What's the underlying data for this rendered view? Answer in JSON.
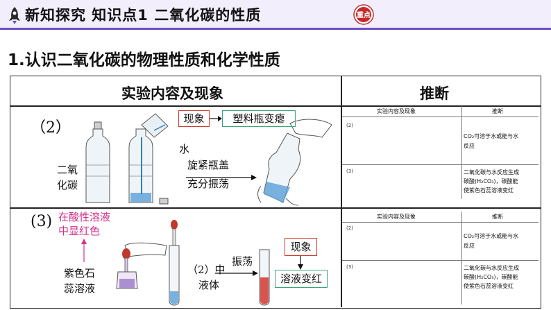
{
  "header": {
    "title": "新知探究   知识点1  二氧化碳的性质",
    "badge": "重点",
    "colors": {
      "accent": "#6a4fc2",
      "badge": "#c62828",
      "bar_bg": "#f3eefc"
    },
    "icon": "rocket-icon"
  },
  "section": {
    "title": "1.认识二氧化碳的物理性质和化学性质"
  },
  "table": {
    "col1_header": "实验内容及现象",
    "col2_header": "推断",
    "row2_num": "（2）",
    "row3_num": "(3)"
  },
  "exp2": {
    "phenomenon_label": "现象",
    "phenomenon_text": "塑料瓶变瘪",
    "water_label": "水",
    "co2_label_1": "二氧",
    "co2_label_2": "化碳",
    "action_1": "旋紧瓶盖",
    "action_2": "充分振荡"
  },
  "exp3": {
    "note_1": "在酸性溶液",
    "note_2": "中显红色",
    "litmus_1": "紫色石",
    "litmus_2": "蕊溶液",
    "liquid_1": "（2）中",
    "liquid_2": "液体",
    "shake": "振荡",
    "phenomenon_label": "现象",
    "phenomenon_text": "溶液变红"
  },
  "mini_tables": [
    {
      "header_left": "实验内容及现象",
      "header_right": "推断",
      "row1_num": "(2)",
      "row1_text_1": "CO₂可溶于水或能与水",
      "row1_text_2": "反应",
      "row2_num": "(3)",
      "row2_text_1": "二氧化碳与水反应生成",
      "row2_text_2": "碳酸(H₂CO₃)，碳酸能",
      "row2_text_3": "使紫色石蕊溶液变红"
    },
    {
      "header_left": "实验内容及现象",
      "header_right": "推断",
      "row1_num": "(2)",
      "row1_text_1": "CO₂可溶于水或能与水",
      "row1_text_2": "反应",
      "row2_num": "(3)",
      "row2_text_1": "二氧化碳与水反应生成",
      "row2_text_2": "碳酸(H₂CO₃)，碳酸能",
      "row2_text_3": "使紫色石蕊溶液变红"
    }
  ]
}
